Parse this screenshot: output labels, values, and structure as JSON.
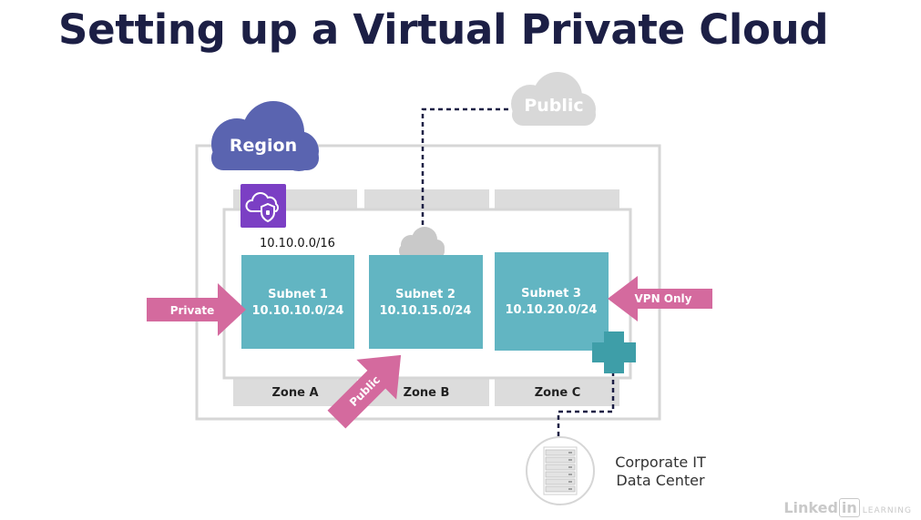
{
  "title": "Setting up a Virtual Private Cloud",
  "clouds": {
    "region": "Region",
    "public": "Public"
  },
  "vpc_cidr": "10.10.0.0/16",
  "subnets": [
    {
      "name": "Subnet 1",
      "cidr": "10.10.10.0/24"
    },
    {
      "name": "Subnet 2",
      "cidr": "10.10.15.0/24"
    },
    {
      "name": "Subnet 3",
      "cidr": "10.10.20.0/24"
    }
  ],
  "zones": [
    "Zone A",
    "Zone B",
    "Zone C"
  ],
  "arrows": {
    "private": "Private",
    "public": "Public",
    "vpn": "VPN Only"
  },
  "datacenter": {
    "line1": "Corporate IT",
    "line2": "Data Center"
  },
  "watermark": {
    "linked": "Linked",
    "in": "in",
    "learning": "LEARNING"
  },
  "colors": {
    "title": "#1c1f45",
    "region_cloud": "#5a64b0",
    "subnet": "#62b5c2",
    "arrow": "#d46a9e",
    "vpc_icon": "#7b3fc4",
    "gray": "#d6d6d6"
  }
}
